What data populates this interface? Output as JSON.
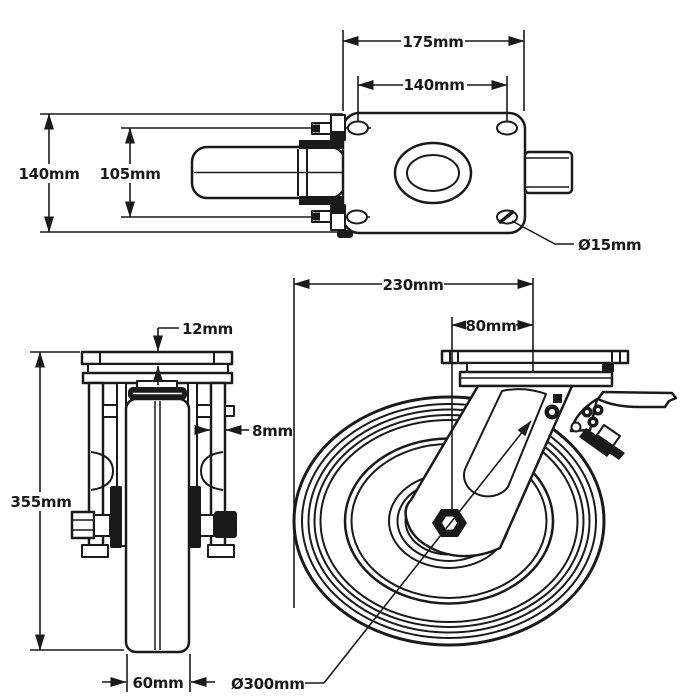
{
  "style": {
    "line_color": "#1a1a1a",
    "background": "#ffffff"
  },
  "top_view": {
    "plate_length": "175mm",
    "bolt_spacing_length": "140mm",
    "plate_width": "140mm",
    "bolt_spacing_width": "105mm",
    "bolt_hole_diameter": "Ø15mm"
  },
  "front_view": {
    "plate_thickness": "12mm",
    "leg_thickness": "8mm",
    "overall_height": "355mm",
    "wheel_width": "60mm"
  },
  "side_view": {
    "overall_length": "230mm",
    "swivel_offset": "80mm",
    "wheel_diameter": "Ø300mm"
  }
}
